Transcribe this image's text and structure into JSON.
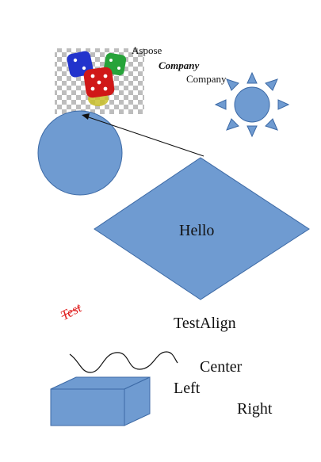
{
  "texts": {
    "aspose": "Aspose",
    "company_bold_italic": "Company",
    "company_plain": "Company",
    "hello": "Hello",
    "test": "Test",
    "test_align": "TestAlign",
    "center": "Center",
    "left": "Left",
    "right": "Right"
  },
  "colors": {
    "shape_fill": "#6f9bd1",
    "shape_stroke": "#3d6aa6",
    "red_text": "#e02020",
    "line": "#111111"
  },
  "icons": {
    "picture": "dice-image",
    "sun": "sun-shape"
  }
}
